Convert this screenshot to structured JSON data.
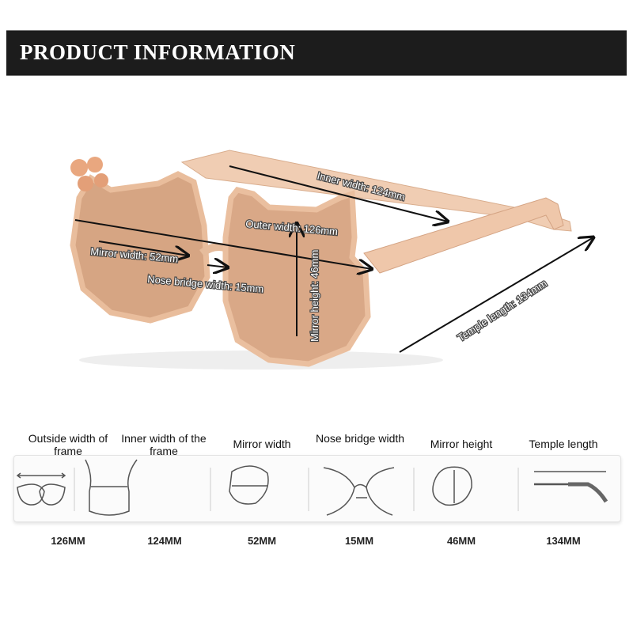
{
  "header": {
    "title": "PRODUCT INFORMATION"
  },
  "annotations": {
    "inner_width": "Inner width: 124mm",
    "outer_width": "Outer width: 126mm",
    "mirror_width": "Mirror width: 52mm",
    "nose_bridge_width": "Nose bridge width: 15mm",
    "mirror_height": "Mirror height: 46mm",
    "temple_length": "Temple length: 134mm"
  },
  "colors": {
    "header_bg": "#1c1c1c",
    "frame": "#e8b995",
    "lens": "#d7a686"
  },
  "measurements": [
    {
      "label": "Outside width of frame",
      "value": "126MM",
      "icon": "outside-width-icon"
    },
    {
      "label": "Inner width of the frame",
      "value": "124MM",
      "icon": "inner-width-icon"
    },
    {
      "label": "Mirror width",
      "value": "52MM",
      "icon": "mirror-width-icon"
    },
    {
      "label": "Nose bridge width",
      "value": "15MM",
      "icon": "nose-bridge-icon"
    },
    {
      "label": "Mirror height",
      "value": "46MM",
      "icon": "mirror-height-icon"
    },
    {
      "label": "Temple length",
      "value": "134MM",
      "icon": "temple-length-icon"
    }
  ]
}
